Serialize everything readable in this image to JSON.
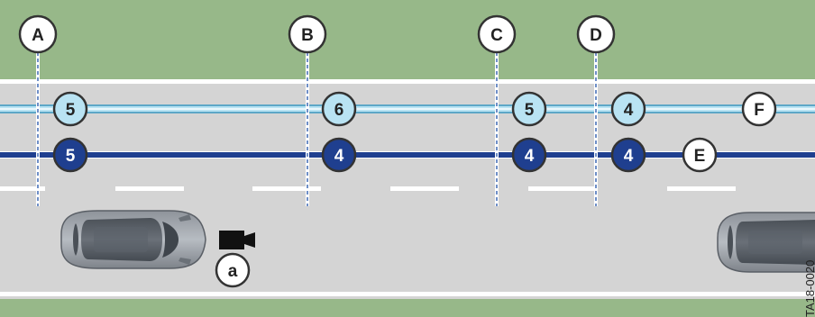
{
  "markers": [
    "A",
    "B",
    "C",
    "D"
  ],
  "light_line": {
    "values": [
      "5",
      "6",
      "5",
      "4"
    ],
    "end_label": "F"
  },
  "dark_line": {
    "values": [
      "5",
      "4",
      "4",
      "4"
    ],
    "end_label": "E"
  },
  "camera_label": "a",
  "figure_code": "TA18-0020",
  "colors": {
    "grass": "#97b889",
    "road": "#d4d4d4",
    "light_line": "#b9e3f3",
    "light_line_edge": "#5da7c7",
    "dark_line": "#1f3f8f",
    "marker_line": "#6f8fc7",
    "edge_white": "#ffffff",
    "label_fill": "#ffffff",
    "label_stroke": "#333333"
  },
  "icons": {
    "camera": "video-camera-icon",
    "car": "car-topview"
  }
}
